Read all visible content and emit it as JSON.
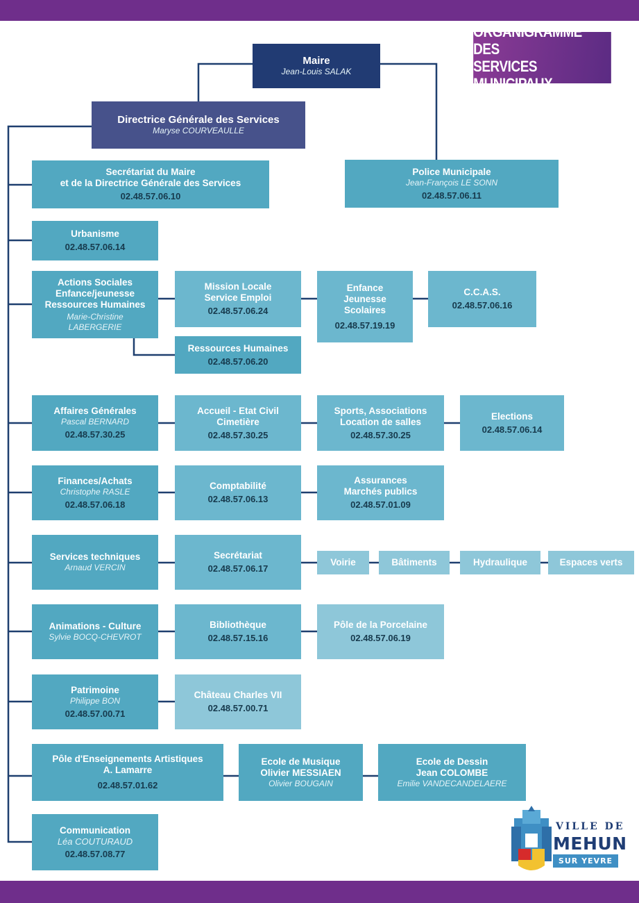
{
  "header": {
    "title_line1": "ORGANIGRAMME DES",
    "title_line2": "SERVICES MUNICIPAUX"
  },
  "maire": {
    "title": "Maire",
    "person": "Jean-Louis SALAK"
  },
  "dgs": {
    "title": "Directrice Générale des Services",
    "person": "Maryse COURVEAULLE"
  },
  "secretariat_maire": {
    "line1": "Secrétariat du Maire",
    "line2": "et de la Directrice Générale des Services",
    "phone": "02.48.57.06.10"
  },
  "police": {
    "title": "Police Municipale",
    "person": "Jean-François LE SONN",
    "phone": "02.48.57.06.11"
  },
  "urbanisme": {
    "title": "Urbanisme",
    "phone": "02.48.57.06.14"
  },
  "actions_sociales": {
    "line1": "Actions Sociales",
    "line2": "Enfance/jeunesse",
    "line3": "Ressources Humaines",
    "person1": "Marie-Christine",
    "person2": "LABERGERIE"
  },
  "mission_locale": {
    "line1": "Mission Locale",
    "line2": "Service Emploi",
    "phone": "02.48.57.06.24"
  },
  "enfance": {
    "line1": "Enfance",
    "line2": "Jeunesse",
    "line3": "Scolaires",
    "phone": "02.48.57.19.19"
  },
  "ccas": {
    "title": "C.C.A.S.",
    "phone": "02.48.57.06.16"
  },
  "ressources_humaines": {
    "title": "Ressources Humaines",
    "phone": "02.48.57.06.20"
  },
  "affaires_generales": {
    "title": "Affaires Générales",
    "person": "Pascal BERNARD",
    "phone": "02.48.57.30.25"
  },
  "accueil": {
    "line1": "Accueil - Etat Civil",
    "line2": "Cimetière",
    "phone": "02.48.57.30.25"
  },
  "sports": {
    "line1": "Sports, Associations",
    "line2": "Location de salles",
    "phone": "02.48.57.30.25"
  },
  "elections": {
    "title": "Elections",
    "phone": "02.48.57.06.14"
  },
  "finances": {
    "title": "Finances/Achats",
    "person": "Christophe RASLE",
    "phone": "02.48.57.06.18"
  },
  "comptabilite": {
    "title": "Comptabilité",
    "phone": "02.48.57.06.13"
  },
  "assurances": {
    "line1": "Assurances",
    "line2": "Marchés publics",
    "phone": "02.48.57.01.09"
  },
  "services_techniques": {
    "title": "Services techniques",
    "person": "Arnaud VERCIN"
  },
  "secretariat_st": {
    "title": "Secrétariat",
    "phone": "02.48.57.06.17"
  },
  "voirie": {
    "title": "Voirie"
  },
  "batiments": {
    "title": "Bâtiments"
  },
  "hydraulique": {
    "title": "Hydraulique"
  },
  "espaces_verts": {
    "title": "Espaces verts"
  },
  "animations": {
    "title": "Animations - Culture",
    "person": "Sylvie BOCQ-CHEVROT"
  },
  "bibliotheque": {
    "title": "Bibliothèque",
    "phone": "02.48.57.15.16"
  },
  "porcelaine": {
    "title": "Pôle de la Porcelaine",
    "phone": "02.48.57.06.19"
  },
  "patrimoine": {
    "title": "Patrimoine",
    "person": "Philippe BON",
    "phone": "02.48.57.00.71"
  },
  "chateau": {
    "title": "Château Charles VII",
    "phone": "02.48.57.00.71"
  },
  "pole_enseignements": {
    "line1": "Pôle d'Enseignements Artistiques",
    "line2": "A. Lamarre",
    "phone": "02.48.57.01.62"
  },
  "musique": {
    "line1": "Ecole de Musique",
    "line2": "Olivier MESSIAEN",
    "person": "Olivier BOUGAIN"
  },
  "dessin": {
    "line1": "Ecole de Dessin",
    "line2": "Jean COLOMBE",
    "person": "Emilie VANDECANDELAERE"
  },
  "communication": {
    "title": "Communication",
    "person": "Léa COUTURAUD",
    "phone": "02.48.57.08.77"
  },
  "logo": {
    "line1": "VILLE DE",
    "line2": "MEHUN",
    "line3": "SUR YEVRE"
  },
  "colors": {
    "band": "#6f2e8b",
    "line": "#1e3f6f",
    "box_dark": "#213b73",
    "box_teal": "#52a8c1",
    "box_light": "#8ec7d9"
  }
}
